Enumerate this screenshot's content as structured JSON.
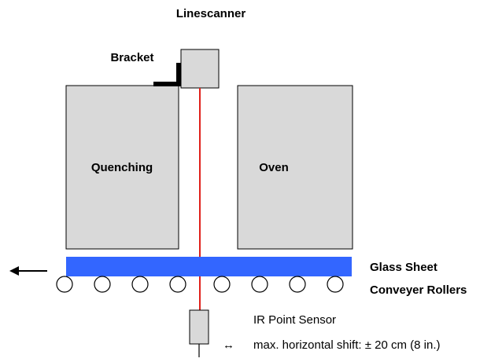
{
  "labels": {
    "linescanner": "Linescanner",
    "bracket": "Bracket",
    "quenching": "Quenching",
    "oven": "Oven",
    "glass_sheet": "Glass Sheet",
    "conveyer_rollers": "Conveyer Rollers",
    "ir_point_sensor": "IR Point Sensor",
    "shift_arrow_glyph": "↔",
    "shift_note": "max. horizontal shift: ± 20 cm (8 in.)"
  },
  "colors": {
    "box_fill": "#d9d9d9",
    "glass_sheet": "#3366ff",
    "laser_line": "#e0201a"
  },
  "icons": {
    "direction_arrow": "arrow-left-icon"
  }
}
